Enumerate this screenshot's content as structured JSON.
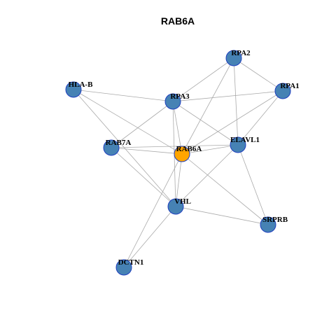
{
  "title": "RAB6A",
  "colors": {
    "node_default": "#4682b4",
    "node_focus": "#ffa500",
    "node_stroke": "#1f3fbf",
    "edge": "#aaaaaa"
  },
  "nodes": [
    {
      "id": "RPA2",
      "label": "RPA2",
      "focus": false
    },
    {
      "id": "HLA-B",
      "label": "HLA-B",
      "focus": false
    },
    {
      "id": "RPA1",
      "label": "RPA1",
      "focus": false
    },
    {
      "id": "RPA3",
      "label": "RPA3",
      "focus": false
    },
    {
      "id": "RAB7A",
      "label": "RAB7A",
      "focus": false
    },
    {
      "id": "ELAVL1",
      "label": "ELAVL1",
      "focus": false
    },
    {
      "id": "RAB6A",
      "label": "RAB6A",
      "focus": true
    },
    {
      "id": "VHL",
      "label": "VHL",
      "focus": false
    },
    {
      "id": "SRPRB",
      "label": "SRPRB",
      "focus": false
    },
    {
      "id": "DCTN1",
      "label": "DCTN1",
      "focus": false
    }
  ],
  "edges": [
    [
      "RPA2",
      "RPA1"
    ],
    [
      "RPA2",
      "RPA3"
    ],
    [
      "RPA2",
      "ELAVL1"
    ],
    [
      "RPA2",
      "RAB6A"
    ],
    [
      "HLA-B",
      "RPA3"
    ],
    [
      "HLA-B",
      "RAB6A"
    ],
    [
      "HLA-B",
      "VHL"
    ],
    [
      "RPA1",
      "RPA3"
    ],
    [
      "RPA1",
      "ELAVL1"
    ],
    [
      "RPA1",
      "RAB6A"
    ],
    [
      "RPA3",
      "RAB7A"
    ],
    [
      "RPA3",
      "ELAVL1"
    ],
    [
      "RPA3",
      "RAB6A"
    ],
    [
      "RPA3",
      "VHL"
    ],
    [
      "RAB7A",
      "RAB6A"
    ],
    [
      "RAB7A",
      "ELAVL1"
    ],
    [
      "RAB7A",
      "VHL"
    ],
    [
      "ELAVL1",
      "RAB6A"
    ],
    [
      "ELAVL1",
      "VHL"
    ],
    [
      "ELAVL1",
      "SRPRB"
    ],
    [
      "RAB6A",
      "VHL"
    ],
    [
      "RAB6A",
      "SRPRB"
    ],
    [
      "RAB6A",
      "DCTN1"
    ],
    [
      "VHL",
      "SRPRB"
    ],
    [
      "VHL",
      "DCTN1"
    ]
  ]
}
